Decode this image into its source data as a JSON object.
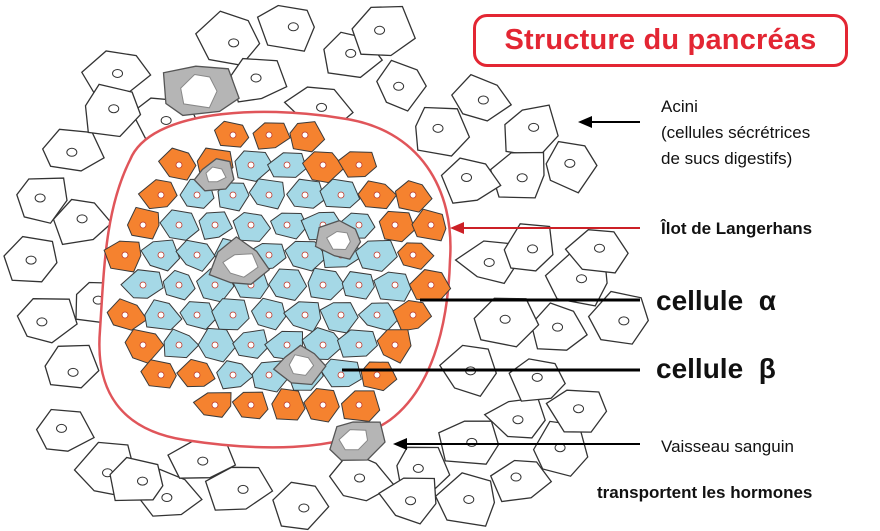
{
  "title": "Structure du pancréas",
  "labels": {
    "acini_line1": "Acini",
    "acini_line2": "(cellules sécrétrices",
    "acini_line3": "de sucs digestifs)",
    "ilot": "Îlot de Langerhans",
    "alpha": "cellule  α",
    "beta": "cellule  β",
    "vaisseau": "Vaisseau sanguin",
    "transport": "transportent les hormones"
  },
  "colors": {
    "title_red": "#e32633",
    "islet_outline": "#e0555a",
    "beta_cells": "#a5d8e6",
    "alpha_cells": "#f5822f",
    "vessel_gray": "#b5b5b5"
  }
}
